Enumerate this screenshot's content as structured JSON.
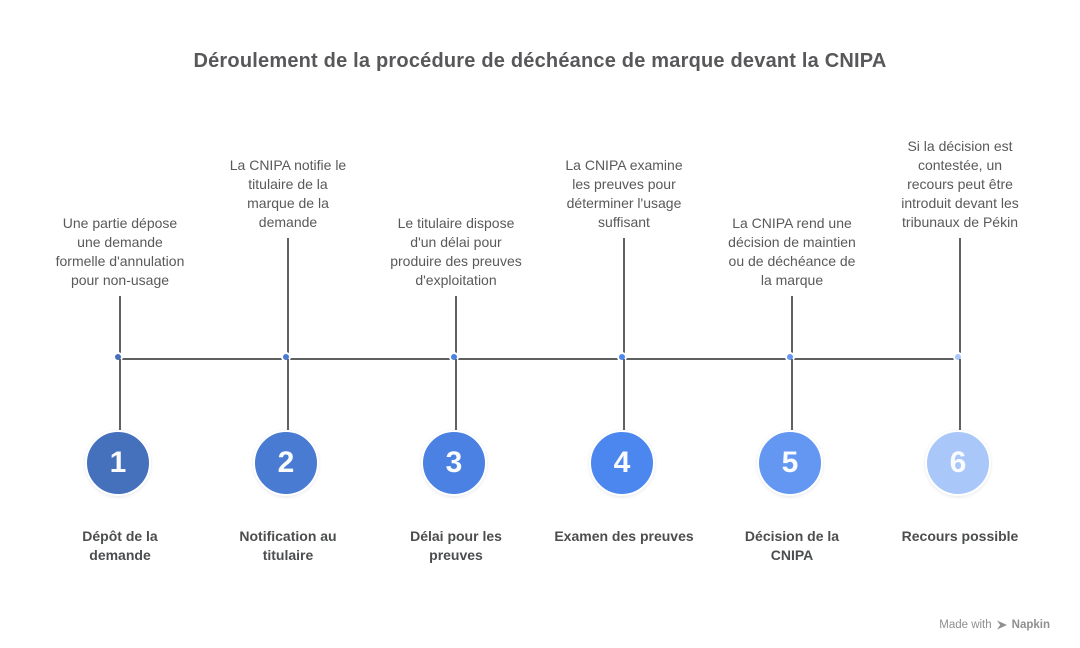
{
  "title": "Déroulement de la procédure de déchéance de marque devant la CNIPA",
  "steps": [
    {
      "number": "1",
      "description": "Une partie dépose\nune demande\nformelle d'annulation\npour non-usage",
      "label": "Dépôt de la\ndemande",
      "color": "#4470bc"
    },
    {
      "number": "2",
      "description": "La CNIPA notifie le\ntitulaire de la\nmarque de la\ndemande",
      "label": "Notification au\ntitulaire",
      "color": "#4a7bd2"
    },
    {
      "number": "3",
      "description": "Le titulaire dispose\nd'un délai pour\nproduire des preuves\nd'exploitation",
      "label": "Délai pour les\npreuves",
      "color": "#4b81e2"
    },
    {
      "number": "4",
      "description": "La CNIPA examine\nles preuves pour\ndéterminer l'usage\nsuffisant",
      "label": "Examen des preuves",
      "color": "#4c87f0"
    },
    {
      "number": "5",
      "description": "La CNIPA rend une\ndécision de maintien\nou de déchéance de\nla marque",
      "label": "Décision de la\nCNIPA",
      "color": "#6397f2"
    },
    {
      "number": "6",
      "description": "Si la décision est\ncontestée, un\nrecours peut être\nintroduit devant les\ntribunaux de Pékin",
      "label": "Recours possible",
      "color": "#a9c7f8"
    }
  ],
  "footer": {
    "made_with": "Made with",
    "brand": "Napkin",
    "icon": "pen-nib-icon"
  },
  "colors": {
    "background": "#ffffff",
    "title_text": "#58585a",
    "description_text": "#595959",
    "label_text": "#4c4d4f",
    "line": "#5f6062",
    "number_text": "#fafbfd",
    "footer_text": "#8e8f91"
  }
}
